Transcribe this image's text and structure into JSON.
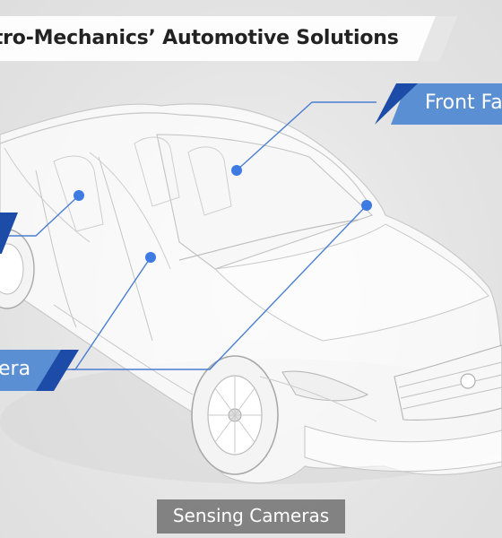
{
  "title": "ctro-Mechanics’ Automotive Solutions",
  "callouts": {
    "front": "Front Fa",
    "camera": "era"
  },
  "caption": "Sensing Cameras",
  "colors": {
    "accent_dark": "#1c4ca8",
    "accent_light": "#5b8fd3",
    "marker": "#3d7be3",
    "line": "#4a7fd0"
  }
}
